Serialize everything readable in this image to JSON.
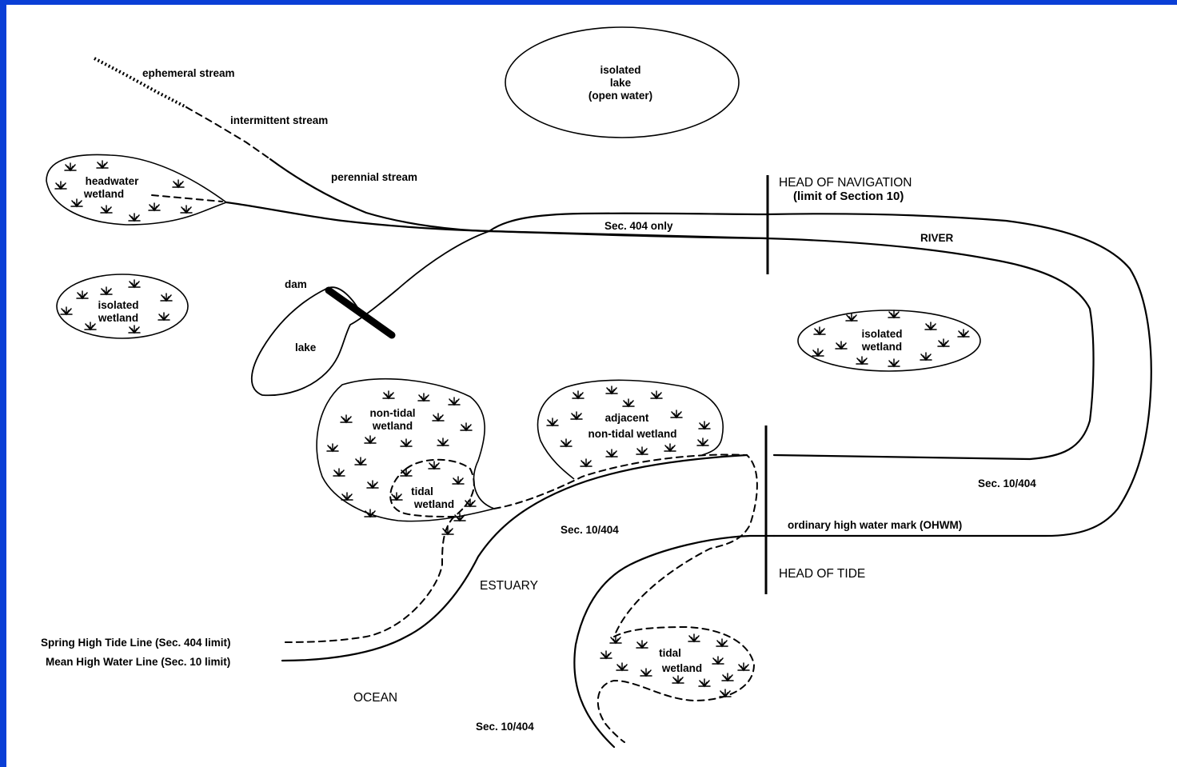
{
  "colors": {
    "background_border": "#0a3fd6",
    "canvas": "#ffffff",
    "ink": "#000000"
  },
  "labels": {
    "ephemeral_stream": "ephemeral stream",
    "intermittent_stream": "intermittent stream",
    "perennial_stream": "perennial stream",
    "isolated_lake": [
      "isolated",
      "lake",
      "(open water)"
    ],
    "headwater_wetland": [
      "headwater",
      "wetland"
    ],
    "isolated_wetland_left": [
      "isolated",
      "wetland"
    ],
    "dam": "dam",
    "lake": "lake",
    "head_of_navigation": "HEAD OF NAVIGATION",
    "limit_section_10": "(limit of Section 10)",
    "sec_404_only": "Sec. 404 only",
    "river": "RIVER",
    "isolated_wetland_right": [
      "isolated",
      "wetland"
    ],
    "non_tidal_wetland": [
      "non-tidal",
      "wetland"
    ],
    "tidal_wetland_upper": [
      "tidal",
      "wetland"
    ],
    "adjacent_non_tidal_wetland": [
      "adjacent",
      "non-tidal wetland"
    ],
    "sec_10_404_right": "Sec. 10/404",
    "sec_10_404_middle": "Sec. 10/404",
    "ohwm": "ordinary high water mark (OHWM)",
    "estuary": "ESTUARY",
    "head_of_tide": "HEAD OF TIDE",
    "spring_high_tide_line": "Spring High Tide Line (Sec. 404 limit)",
    "mean_high_water_line": "Mean High Water Line (Sec. 10 limit)",
    "tidal_wetland_lower": [
      "tidal",
      "wetland"
    ],
    "ocean": "OCEAN",
    "sec_10_404_bottom": "Sec. 10/404"
  },
  "icons": {
    "wetland_vegetation": "marsh-grass-symbol"
  }
}
